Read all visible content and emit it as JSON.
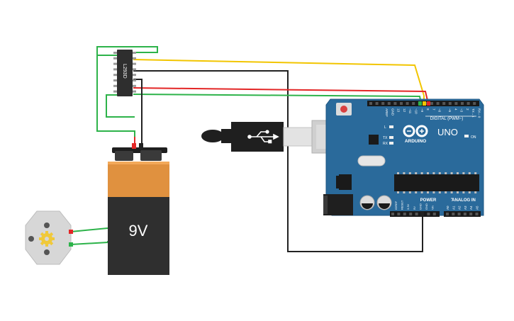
{
  "battery": {
    "label": "9V",
    "top_color": "#e0913f",
    "body_color": "#2f2f2f"
  },
  "ic": {
    "label": "L293D",
    "color": "#2e2e2e"
  },
  "arduino": {
    "brand": "ARDUINO",
    "model": "UNO",
    "board_color": "#2a6a9b",
    "header_digital_label": "DIGITAL (PWM~)",
    "header_power_label": "POWER",
    "header_analog_label": "ANALOG IN",
    "on_label": "ON",
    "led_l_label": "L",
    "led_tx_label": "TX",
    "led_rx_label": "RX",
    "top_pins": [
      "AREF",
      "GND",
      "13",
      "12",
      "~11",
      "~10",
      "~9",
      "8",
      "7",
      "~6",
      "~5",
      "4",
      "~3",
      "2",
      "TX→1",
      "RX←0"
    ],
    "power_pins": [
      "IOREF",
      "RESET",
      "3.3V",
      "5V",
      "GND",
      "GND",
      "Vin"
    ],
    "analog_pins": [
      "A0",
      "A1",
      "A2",
      "A3",
      "A4",
      "A5"
    ],
    "logo_icon": "infinity-logo-icon"
  },
  "usb_cable": {
    "icon": "usb-trident-icon",
    "body_color": "#1f1f1f"
  },
  "motor": {
    "icon": "gear-icon",
    "body_color": "#d7d7d7"
  },
  "wire_colors": {
    "green": "#2db34a",
    "yellow": "#f2c500",
    "red": "#e32626",
    "black": "#222222"
  }
}
